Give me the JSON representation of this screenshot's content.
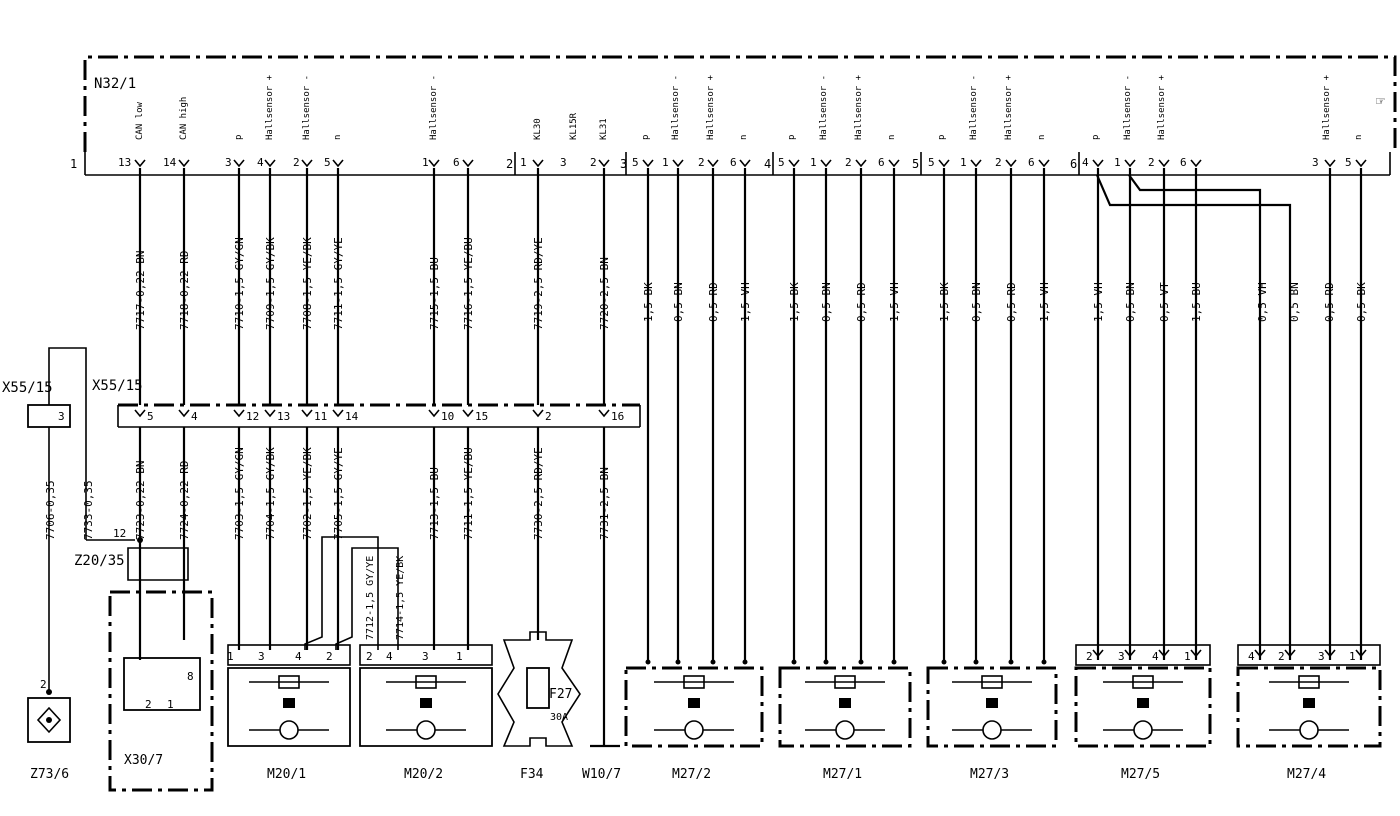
{
  "ecu": {
    "name": "N32/1",
    "blocks": [
      {
        "num": "1",
        "pins": [
          {
            "pin": "13",
            "func": "CAN low"
          },
          {
            "pin": "14",
            "func": "CAN high"
          },
          {
            "pin": "3",
            "func": "p"
          },
          {
            "pin": "4",
            "func": "Hallsensor +"
          },
          {
            "pin": "2",
            "func": "Hallsensor -"
          },
          {
            "pin": "5",
            "func": "n"
          },
          {
            "pin": "1",
            "func": "Hallsensor -"
          },
          {
            "pin": "6",
            "func": ""
          }
        ]
      },
      {
        "num": "2",
        "pins": [
          {
            "pin": "1",
            "func": "KL30"
          },
          {
            "pin": "3",
            "func": "KL15R"
          },
          {
            "pin": "2",
            "func": "KL31"
          }
        ]
      },
      {
        "num": "3",
        "pins": [
          {
            "pin": "5",
            "func": "p"
          },
          {
            "pin": "1",
            "func": "Hallsensor -"
          },
          {
            "pin": "2",
            "func": "Hallsensor +"
          },
          {
            "pin": "6",
            "func": "n"
          }
        ]
      },
      {
        "num": "4",
        "pins": [
          {
            "pin": "5",
            "func": "p"
          },
          {
            "pin": "1",
            "func": "Hallsensor -"
          },
          {
            "pin": "2",
            "func": "Hallsensor +"
          },
          {
            "pin": "6",
            "func": "n"
          }
        ]
      },
      {
        "num": "5",
        "pins": [
          {
            "pin": "5",
            "func": "p"
          },
          {
            "pin": "1",
            "func": "Hallsensor -"
          },
          {
            "pin": "2",
            "func": "Hallsensor +"
          },
          {
            "pin": "6",
            "func": "n"
          }
        ]
      },
      {
        "num": "6",
        "pins": [
          {
            "pin": "4",
            "func": "p"
          },
          {
            "pin": "1",
            "func": "Hallsensor -"
          },
          {
            "pin": "2",
            "func": "Hallsensor +"
          },
          {
            "pin": "6",
            "func": ""
          },
          {
            "pin": "3",
            "func": "Hallsensor +"
          },
          {
            "pin": "5",
            "func": "n"
          }
        ]
      }
    ]
  },
  "upper_wires": [
    "7717-0,22 BN",
    "7718-0,22 RD",
    "7710-1,5 GY/GN",
    "7709-1,5 GY/BK",
    "7708-1,5 YE/BK",
    "7711-1,5 GY/YE",
    "7715-1,5 BU",
    "7716-1,5 YE/BU",
    "7719-2,5 RD/YE",
    "7720-2,5 BN",
    "1,5 BK",
    "0,5 BN",
    "0,5 RD",
    "1,5 VH",
    "1,5 BK",
    "0,5 BN",
    "0,5 RD",
    "1,5 VH",
    "1,5 BK",
    "0,5 BN",
    "0,5 RD",
    "1,5 VH",
    "1,5 VH",
    "0,5 BN",
    "0,5 VT",
    "1,5 BU",
    "0,5 VH",
    "0,5 BN",
    "0,5 RD",
    "0,5 BK"
  ],
  "connector_x55": {
    "name": "X55/15",
    "pins": [
      "5",
      "4",
      "12",
      "13",
      "11",
      "14",
      "10",
      "15",
      "2",
      "16"
    ],
    "side_name": "X55/15",
    "side_pin": "3"
  },
  "lower_wires": [
    "7723-0,22 BN",
    "7724-0,22 RD",
    "7703-1,5 GY/GN",
    "7704-1,5 GY/BK",
    "7702-1,5 YE/BK",
    "7705-1,5 GY/YE",
    "7713-1,5 BU",
    "7711-1,5 YE/BU",
    "7730-2,5 RD/YE",
    "7731-2,5 BN"
  ],
  "side_wires": [
    "7706-0,35",
    "7733-0,35"
  ],
  "cross_wires": [
    "7712-1,5 GY/YE",
    "7714-1,5 YE/BK"
  ],
  "splice": {
    "name": "Z20/35",
    "pin": "12"
  },
  "fuse": {
    "name": "F27",
    "rating": "30A"
  },
  "components": [
    {
      "label": "Z73/6",
      "pins": [
        "2"
      ]
    },
    {
      "label": "X30/7",
      "pins": [
        "2",
        "1",
        "8"
      ]
    },
    {
      "label": "M20/1",
      "pins": [
        "1",
        "3",
        "4",
        "2"
      ]
    },
    {
      "label": "M20/2",
      "pins": [
        "2",
        "4",
        "3",
        "1"
      ]
    },
    {
      "label": "F34",
      "pins": []
    },
    {
      "label": "W10/7",
      "pins": []
    },
    {
      "label": "M27/2",
      "pins": []
    },
    {
      "label": "M27/1",
      "pins": []
    },
    {
      "label": "M27/3",
      "pins": []
    },
    {
      "label": "M27/5",
      "pins": [
        "2",
        "3",
        "4",
        "1"
      ]
    },
    {
      "label": "M27/4",
      "pins": [
        "4",
        "2",
        "3",
        "1"
      ]
    }
  ]
}
